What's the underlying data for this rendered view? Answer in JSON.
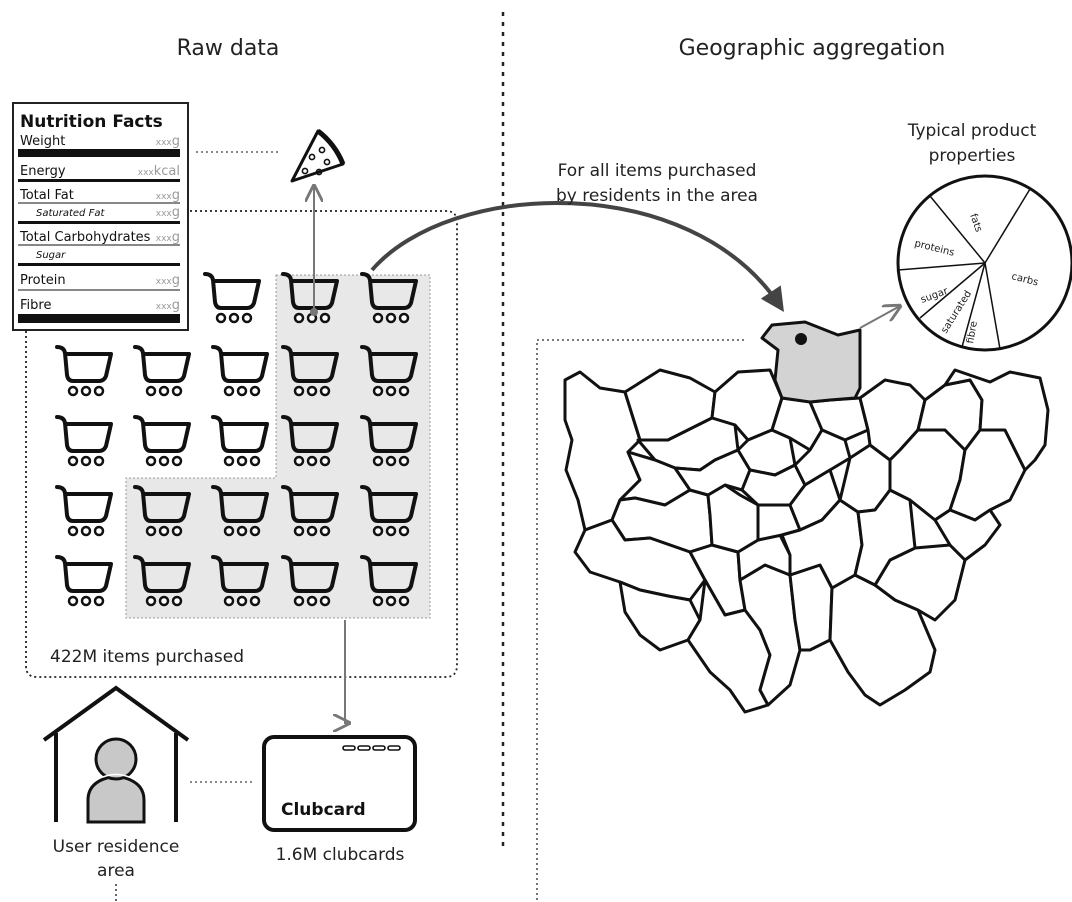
{
  "left_title": "Raw data",
  "right_title": "Geographic aggregation",
  "nutrition": {
    "title": "Nutrition Facts",
    "rows": [
      {
        "label": "Weight",
        "value": "xxx",
        "unit": "g"
      },
      {
        "label": "Energy",
        "value": "xxx",
        "unit": "kcal"
      },
      {
        "label": "Total Fat",
        "value": "xxx",
        "unit": "g"
      },
      {
        "label": "Saturated Fat",
        "value": "xxx",
        "unit": "g"
      },
      {
        "label": "Total Carbohydrates",
        "value": "xxx",
        "unit": "g"
      },
      {
        "label": "Sugar",
        "value": "",
        "unit": ""
      },
      {
        "label": "Protein",
        "value": "xxx",
        "unit": "g"
      },
      {
        "label": "Fibre",
        "value": "xxx",
        "unit": "g"
      }
    ]
  },
  "items_label": "422M items purchased",
  "purchase_label_line1": "For all items purchased",
  "purchase_label_line2": "by residents in the area",
  "pie_title_line1": "Typical product",
  "pie_title_line2": "properties",
  "pie_segments": [
    "fats",
    "carbs",
    "fibre",
    "saturated",
    "sugar",
    "proteins"
  ],
  "clubcard_name": "Clubcard",
  "clubcards_label": "1.6M clubcards",
  "residence_label_line1": "User residence",
  "residence_label_line2": "area"
}
